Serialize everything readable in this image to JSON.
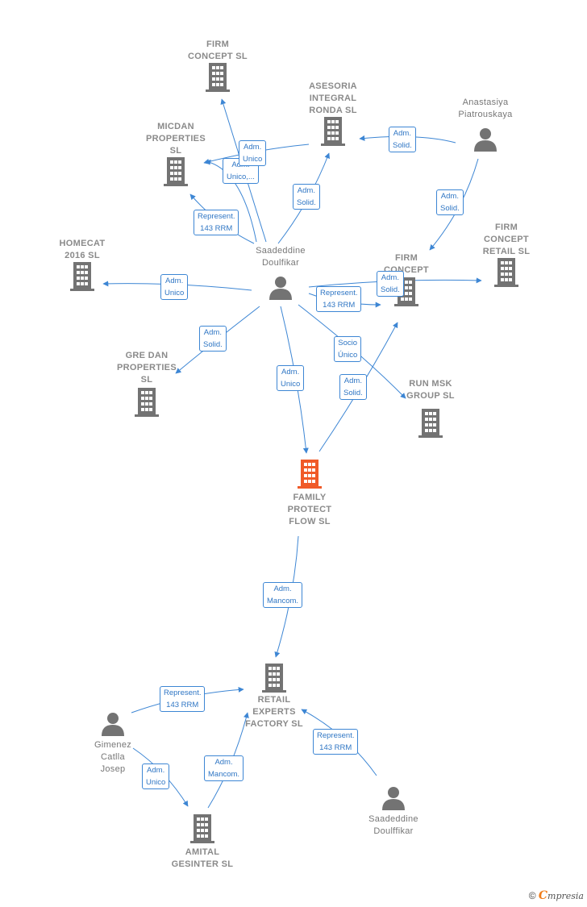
{
  "nodes": [
    {
      "id": "firm_concept",
      "type": "company",
      "label": "FIRM\nCONCEPT SL"
    },
    {
      "id": "asesoria",
      "type": "company",
      "label": "ASESORIA\nINTEGRAL\nRONDA  SL"
    },
    {
      "id": "anastasiya",
      "type": "person",
      "label": "Anastasiya\nPiatrouskaya"
    },
    {
      "id": "micdan",
      "type": "company",
      "label": "MICDAN\nPROPERTIES\nSL"
    },
    {
      "id": "firm_retail",
      "type": "company",
      "label": "FIRM\nCONCEPT\nRETAIL  SL"
    },
    {
      "id": "homecat",
      "type": "company",
      "label": "HOMECAT\n2016  SL"
    },
    {
      "id": "saadeddine1",
      "type": "person",
      "label": "Saadeddine\nDoulfikar"
    },
    {
      "id": "firm_concept2",
      "type": "company",
      "label": "FIRM\nCONCEPT\nSL"
    },
    {
      "id": "gredan",
      "type": "company",
      "label": "GRE DAN\nPROPERTIES\nSL"
    },
    {
      "id": "runmsk",
      "type": "company",
      "label": "RUN MSK\nGROUP  SL"
    },
    {
      "id": "family",
      "type": "focus",
      "label": "FAMILY\nPROTECT\nFLOW  SL"
    },
    {
      "id": "retail",
      "type": "company",
      "label": "RETAIL\nEXPERTS\nFACTORY  SL"
    },
    {
      "id": "gimenez",
      "type": "person",
      "label": "Gimenez\nCatlla\nJosep"
    },
    {
      "id": "amital",
      "type": "company",
      "label": "AMITAL\nGESINTER  SL"
    },
    {
      "id": "saadeddine2",
      "type": "person",
      "label": "Saadeddine\nDoulffikar"
    }
  ],
  "edge_labels": [
    {
      "id": "e1",
      "text": "Adm.\nUnico"
    },
    {
      "id": "e2",
      "text": "Adm.\nUnico,..."
    },
    {
      "id": "e3",
      "text": "Adm.\nSolid."
    },
    {
      "id": "e4",
      "text": "Represent.\n143 RRM"
    },
    {
      "id": "e5",
      "text": "Adm.\nSolid."
    },
    {
      "id": "e6",
      "text": "Adm.\nSolid."
    },
    {
      "id": "e7",
      "text": "Adm.\nUnico"
    },
    {
      "id": "e8",
      "text": "Represent.\n143 RRM"
    },
    {
      "id": "e9",
      "text": "Adm.\nSolid."
    },
    {
      "id": "e10",
      "text": "Adm.\nSolid."
    },
    {
      "id": "e11",
      "text": "Socio\nÚnico"
    },
    {
      "id": "e12",
      "text": "Adm.\nUnico"
    },
    {
      "id": "e13",
      "text": "Adm.\nSolid."
    },
    {
      "id": "e14",
      "text": "Adm.\nMancom."
    },
    {
      "id": "e15",
      "text": "Represent.\n143 RRM"
    },
    {
      "id": "e16",
      "text": "Represent.\n143 RRM"
    },
    {
      "id": "e17",
      "text": "Adm.\nUnico"
    },
    {
      "id": "e18",
      "text": "Adm.\nMancom."
    }
  ],
  "colors": {
    "edge": "#3d86d4",
    "company": "#737373",
    "focus": "#f05a28",
    "person": "#737373"
  },
  "credit": {
    "symbol": "©",
    "brand_initial": "C",
    "brand_rest": "mpresia"
  }
}
